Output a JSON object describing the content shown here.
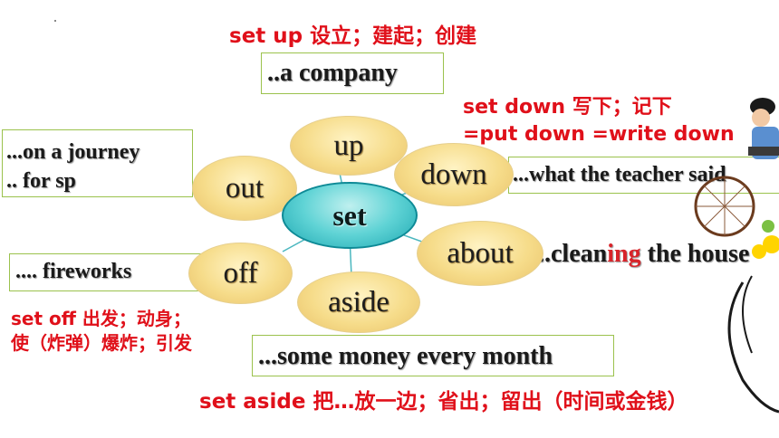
{
  "header": {
    "set_up_def": "set up 设立；建起；创建"
  },
  "set_down": {
    "def_line1": "set down  写下；记下",
    "def_line2": "=put down =write down"
  },
  "boxes": {
    "up": "..a company",
    "out_line1": "...on a journey",
    "out_line2": ".. for sp",
    "down": "...what the teacher said",
    "about_pre": "...clean",
    "about_hl": "ing",
    "about_post": " the house",
    "off": ".... fireworks",
    "aside": "...some money every month"
  },
  "diagram": {
    "center": "set",
    "petals": {
      "up": "up",
      "out": "out",
      "down": "down",
      "about": "about",
      "off": "off",
      "aside": "aside"
    }
  },
  "set_off": {
    "def_line1": "set off 出发；动身；",
    "def_line2": "使（炸弹）爆炸；引发"
  },
  "set_aside": {
    "def": "set aside 把…放一边；省出；留出（时间或金钱）"
  },
  "colors": {
    "red": "#e0101a",
    "center": "#3cc3c8",
    "petal": "#f6dc8a",
    "box_border": "#9bc24d"
  }
}
